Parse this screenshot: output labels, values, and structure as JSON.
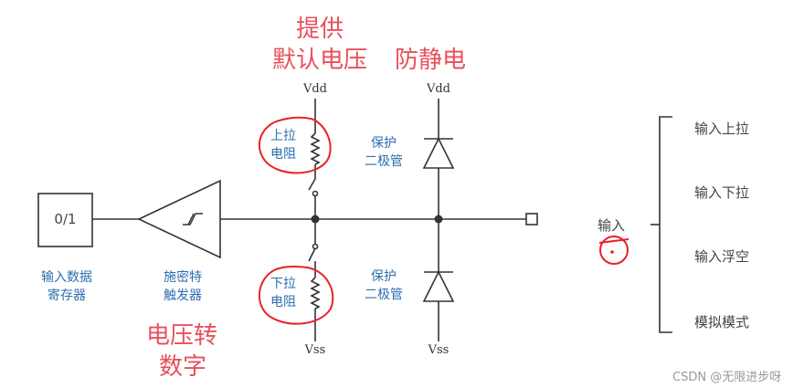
{
  "annotations": {
    "provide_default_voltage_line1": "提供",
    "provide_default_voltage_line2": "默认电压",
    "esd": "防静电",
    "voltage_to_digital_line1": "电压转",
    "voltage_to_digital_line2": "数字"
  },
  "components": {
    "register_value": "0/1",
    "register_label_line1": "输入数据",
    "register_label_line2": "寄存器",
    "schmitt_label_line1": "施密特",
    "schmitt_label_line2": "触发器",
    "pullup_label_line1": "上拉",
    "pullup_label_line2": "电阻",
    "pulldown_label_line1": "下拉",
    "pulldown_label_line2": "电阻",
    "diode_top_label_line1": "保护",
    "diode_top_label_line2": "二极管",
    "diode_bottom_label_line1": "保护",
    "diode_bottom_label_line2": "二极管",
    "vdd_left": "Vdd",
    "vdd_right": "Vdd",
    "vss_left": "Vss",
    "vss_right": "Vss"
  },
  "modes": {
    "root": "输入",
    "items": [
      "输入上拉",
      "输入下拉",
      "输入浮空",
      "模拟模式"
    ]
  },
  "watermark": "CSDN @无限进步呀",
  "colors": {
    "circuit": "#333333",
    "label_blue": "#2d6fb0",
    "annotation_red": "#e8505b",
    "highlight_red": "#e8202a"
  }
}
